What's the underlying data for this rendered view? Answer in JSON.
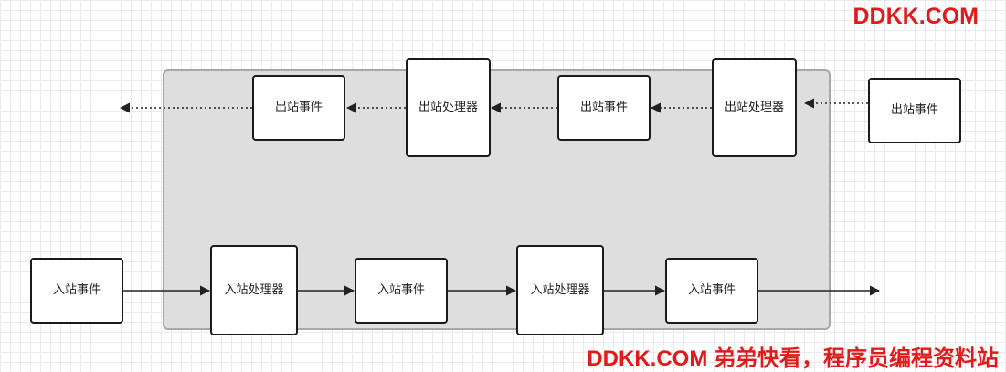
{
  "watermark": {
    "top": "DDKK.COM",
    "bottom": "DDKK.COM 弟弟快看，程序员编程资料站",
    "color": "#e01b1b"
  },
  "outbound": {
    "event_right": "出站事件",
    "handler_right": "出站处理器",
    "event_mid": "出站事件",
    "handler_left": "出站处理器",
    "event_left": "出站事件"
  },
  "inbound": {
    "event_left": "入站事件",
    "handler_left": "入站处理器",
    "event_mid": "入站事件",
    "handler_right": "入站处理器",
    "event_right": "入站事件"
  }
}
